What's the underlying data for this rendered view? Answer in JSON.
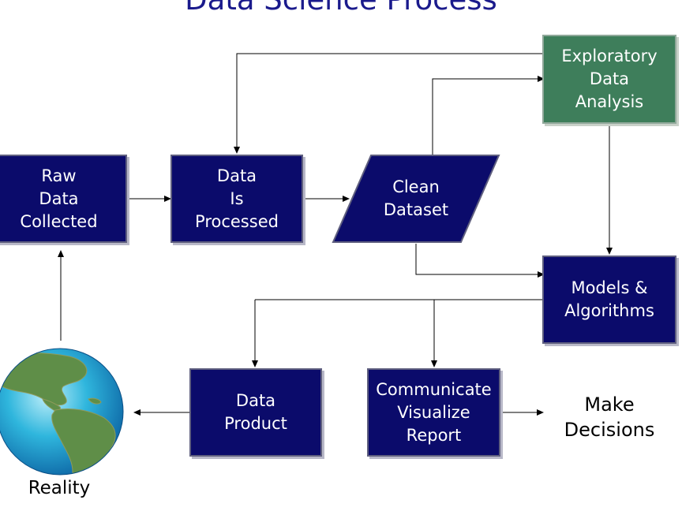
{
  "diagram": {
    "title": "Data Science Process",
    "nodes": {
      "raw": "Raw\nData\nCollected",
      "processed": "Data\nIs\nProcessed",
      "clean": "Clean\nDataset",
      "eda": "Exploratory\nData\nAnalysis",
      "models": "Models &\nAlgorithms",
      "product": "Data\nProduct",
      "communicate": "Communicate\nVisualize\nReport"
    },
    "make_decisions": "Make\nDecisions",
    "reality": "Reality"
  },
  "colors": {
    "box_fill": "#0b0b6b",
    "eda_fill": "#3e7e5b",
    "title_text": "#1a1a8c"
  },
  "icons": {
    "globe": "earth-globe-icon"
  }
}
